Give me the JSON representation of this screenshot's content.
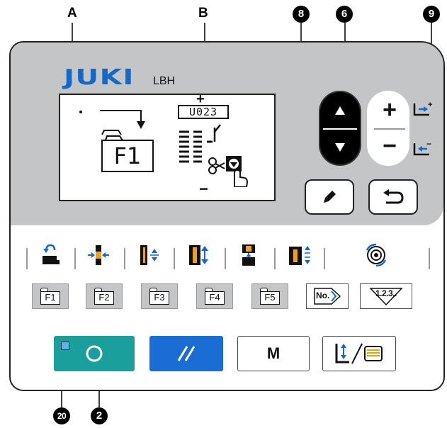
{
  "callouts": {
    "a": "A",
    "b": "B",
    "c8": "8",
    "c6": "6",
    "c9": "9",
    "c20": "20",
    "c2": "2"
  },
  "brand": {
    "logo": "JUKI",
    "model": "LBH"
  },
  "lcd": {
    "folder_label": "F1",
    "counter": "U023",
    "plus": "+",
    "minus": "−"
  },
  "keys": {
    "up_icon": "triangle-up-icon",
    "down_icon": "triangle-down-icon",
    "plus": "+",
    "minus": "−",
    "edit_icon": "pencil-icon",
    "return_icon": "return-arrow-icon"
  },
  "function_icons": [
    "thread-winder-icon",
    "buttonhole-width-icon",
    "cut-length-icon",
    "knife-size-icon",
    "bartack-icon",
    "stitch-density-icon",
    "tension-dial-icon"
  ],
  "f_keys": [
    "F1",
    "F2",
    "F3",
    "F4",
    "F5"
  ],
  "number_key": "No.",
  "counter_key": "1.2.3..",
  "main_buttons": {
    "m_label": "M"
  },
  "colors": {
    "panel_grey": "#c3c5c7",
    "logo_blue": "#1469c8",
    "ready_teal": "#1a9f9c",
    "reset_blue": "#1a6dd2",
    "led_blue": "#58b6ec"
  }
}
